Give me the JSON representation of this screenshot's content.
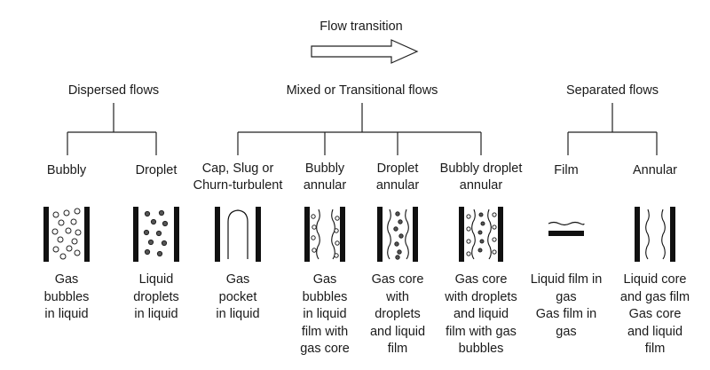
{
  "title": "Flow transition",
  "categories": [
    {
      "label": "Dispersed flows"
    },
    {
      "label": "Mixed or Transitional flows"
    },
    {
      "label": "Separated flows"
    }
  ],
  "regimes": [
    {
      "name_lines": [
        "Bubbly"
      ],
      "icon": "bubbly-pipe-icon",
      "desc_lines": [
        "Gas",
        "bubbles",
        "in liquid"
      ]
    },
    {
      "name_lines": [
        "Droplet"
      ],
      "icon": "droplet-pipe-icon",
      "desc_lines": [
        "Liquid",
        "droplets",
        "in liquid"
      ]
    },
    {
      "name_lines": [
        "Cap, Slug or",
        "Churn-turbulent"
      ],
      "icon": "slug-pipe-icon",
      "desc_lines": [
        "Gas",
        "pocket",
        "in liquid"
      ]
    },
    {
      "name_lines": [
        "Bubbly",
        "annular"
      ],
      "icon": "bubbly-annular-pipe-icon",
      "desc_lines": [
        "Gas",
        "bubbles",
        "in liquid",
        "film with",
        "gas core"
      ]
    },
    {
      "name_lines": [
        "Droplet",
        "annular"
      ],
      "icon": "droplet-annular-pipe-icon",
      "desc_lines": [
        "Gas core",
        "with",
        "droplets",
        "and liquid",
        "film"
      ]
    },
    {
      "name_lines": [
        "Bubbly droplet",
        "annular"
      ],
      "icon": "bubbly-droplet-annular-pipe-icon",
      "desc_lines": [
        "Gas core",
        "with droplets",
        "and liquid",
        "film with gas",
        "bubbles"
      ]
    },
    {
      "name_lines": [
        "Film"
      ],
      "icon": "film-icon",
      "desc_lines": [
        "Liquid film in",
        "gas",
        "Gas film in",
        "gas"
      ]
    },
    {
      "name_lines": [
        "Annular"
      ],
      "icon": "annular-pipe-icon",
      "desc_lines": [
        "Liquid core",
        "and gas film",
        "Gas core",
        "and liquid",
        "film"
      ]
    }
  ]
}
